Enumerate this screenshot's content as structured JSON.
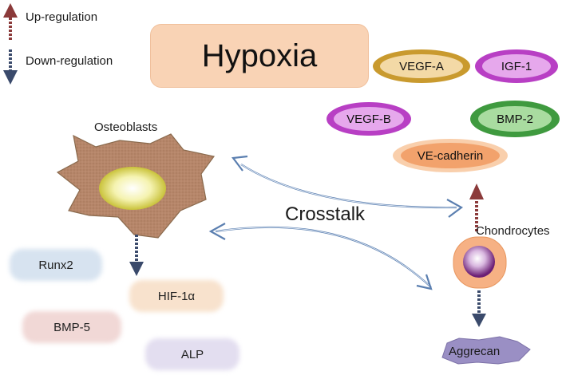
{
  "legend": {
    "up_label": "Up-regulation",
    "down_label": "Down-regulation"
  },
  "title": "Hypoxia",
  "crosstalk_label": "Crosstalk",
  "osteoblasts": {
    "label": "Osteoblasts",
    "markers": [
      "Runx2",
      "HIF-1α",
      "BMP-5",
      "ALP"
    ]
  },
  "chondrocytes": {
    "label": "Chondrocytes",
    "down_marker": "Aggrecan"
  },
  "factors": {
    "vegf_a": "VEGF-A",
    "igf_1": "IGF-1",
    "vegf_b": "VEGF-B",
    "bmp_2": "BMP-2",
    "ve_cadherin": "VE-cadherin"
  },
  "colors": {
    "up_arrow": "#8b3a3a",
    "down_arrow": "#3a4a6b",
    "crosstalk_arrow": "#5b7fb0",
    "hypoxia_fill": "#f9d3b5",
    "vegf_a_ring": "#c99a2e",
    "purple_ring": "#b83fc4",
    "bmp_2_ring": "#3f9a3f",
    "ve_cadherin_fill": "#f6b184"
  }
}
